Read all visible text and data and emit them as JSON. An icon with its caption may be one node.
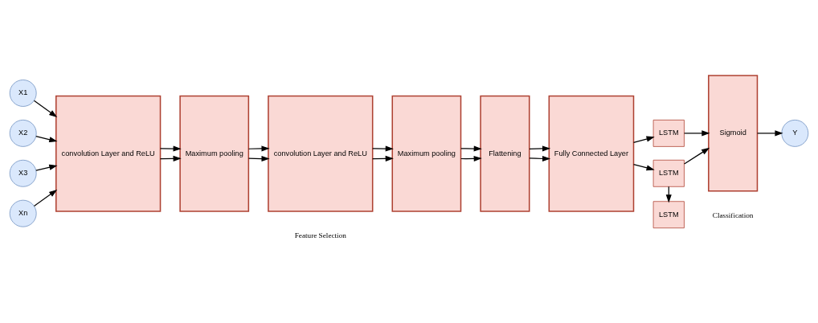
{
  "diagram": {
    "nodes": [
      {
        "text": [
          "X1"
        ]
      },
      {
        "text": [
          "X2"
        ]
      },
      {
        "text": [
          "X3"
        ]
      },
      {
        "text": [
          "Xn"
        ]
      },
      {
        "text": [
          "convolution Layer and ReLU"
        ]
      },
      {
        "text": [
          "Maximum pooling"
        ]
      },
      {
        "text": [
          "convolution Layer and ReLU"
        ]
      },
      {
        "text": [
          "Maximum pooling"
        ]
      },
      {
        "text": [
          "Flattening"
        ]
      },
      {
        "text": [
          "Fully Connected Layer"
        ]
      },
      {
        "text": [
          "LSTM"
        ]
      },
      {
        "text": [
          "LSTM"
        ]
      },
      {
        "text": [
          "LSTM"
        ]
      },
      {
        "text": [
          "Sigmoid"
        ]
      },
      {
        "text": [
          "Y"
        ]
      }
    ],
    "edges": [
      {
        "from": 0,
        "to": 4,
        "arrow": "to"
      },
      {
        "from": 1,
        "to": 4,
        "arrow": "to"
      },
      {
        "from": 2,
        "to": 4,
        "arrow": "to"
      },
      {
        "from": 3,
        "to": 4,
        "arrow": "to"
      },
      {
        "from": 4,
        "to": 5,
        "arrow": "to"
      },
      {
        "from": 4,
        "to": 5,
        "arrow": "to"
      },
      {
        "from": 5,
        "to": 6,
        "arrow": "to"
      },
      {
        "from": 5,
        "to": 6,
        "arrow": "to"
      },
      {
        "from": 6,
        "to": 7,
        "arrow": "to"
      },
      {
        "from": 6,
        "to": 7,
        "arrow": "to"
      },
      {
        "from": 7,
        "to": 8,
        "arrow": "to"
      },
      {
        "from": 7,
        "to": 8,
        "arrow": "to"
      },
      {
        "from": 8,
        "to": 9,
        "arrow": "to"
      },
      {
        "from": 8,
        "to": 9,
        "arrow": "to"
      },
      {
        "from": 9,
        "to": 10,
        "arrow": "to"
      },
      {
        "from": 9,
        "to": 12,
        "arrow": "to"
      },
      {
        "from": 12,
        "to": 11,
        "arrow": "to"
      },
      {
        "from": 10,
        "to": 13,
        "arrow": "to"
      },
      {
        "from": 12,
        "to": 13,
        "arrow": "to"
      },
      {
        "from": 13,
        "to": 14,
        "arrow": "to"
      }
    ],
    "labels": [
      "Feature Selection",
      "Classification"
    ]
  }
}
